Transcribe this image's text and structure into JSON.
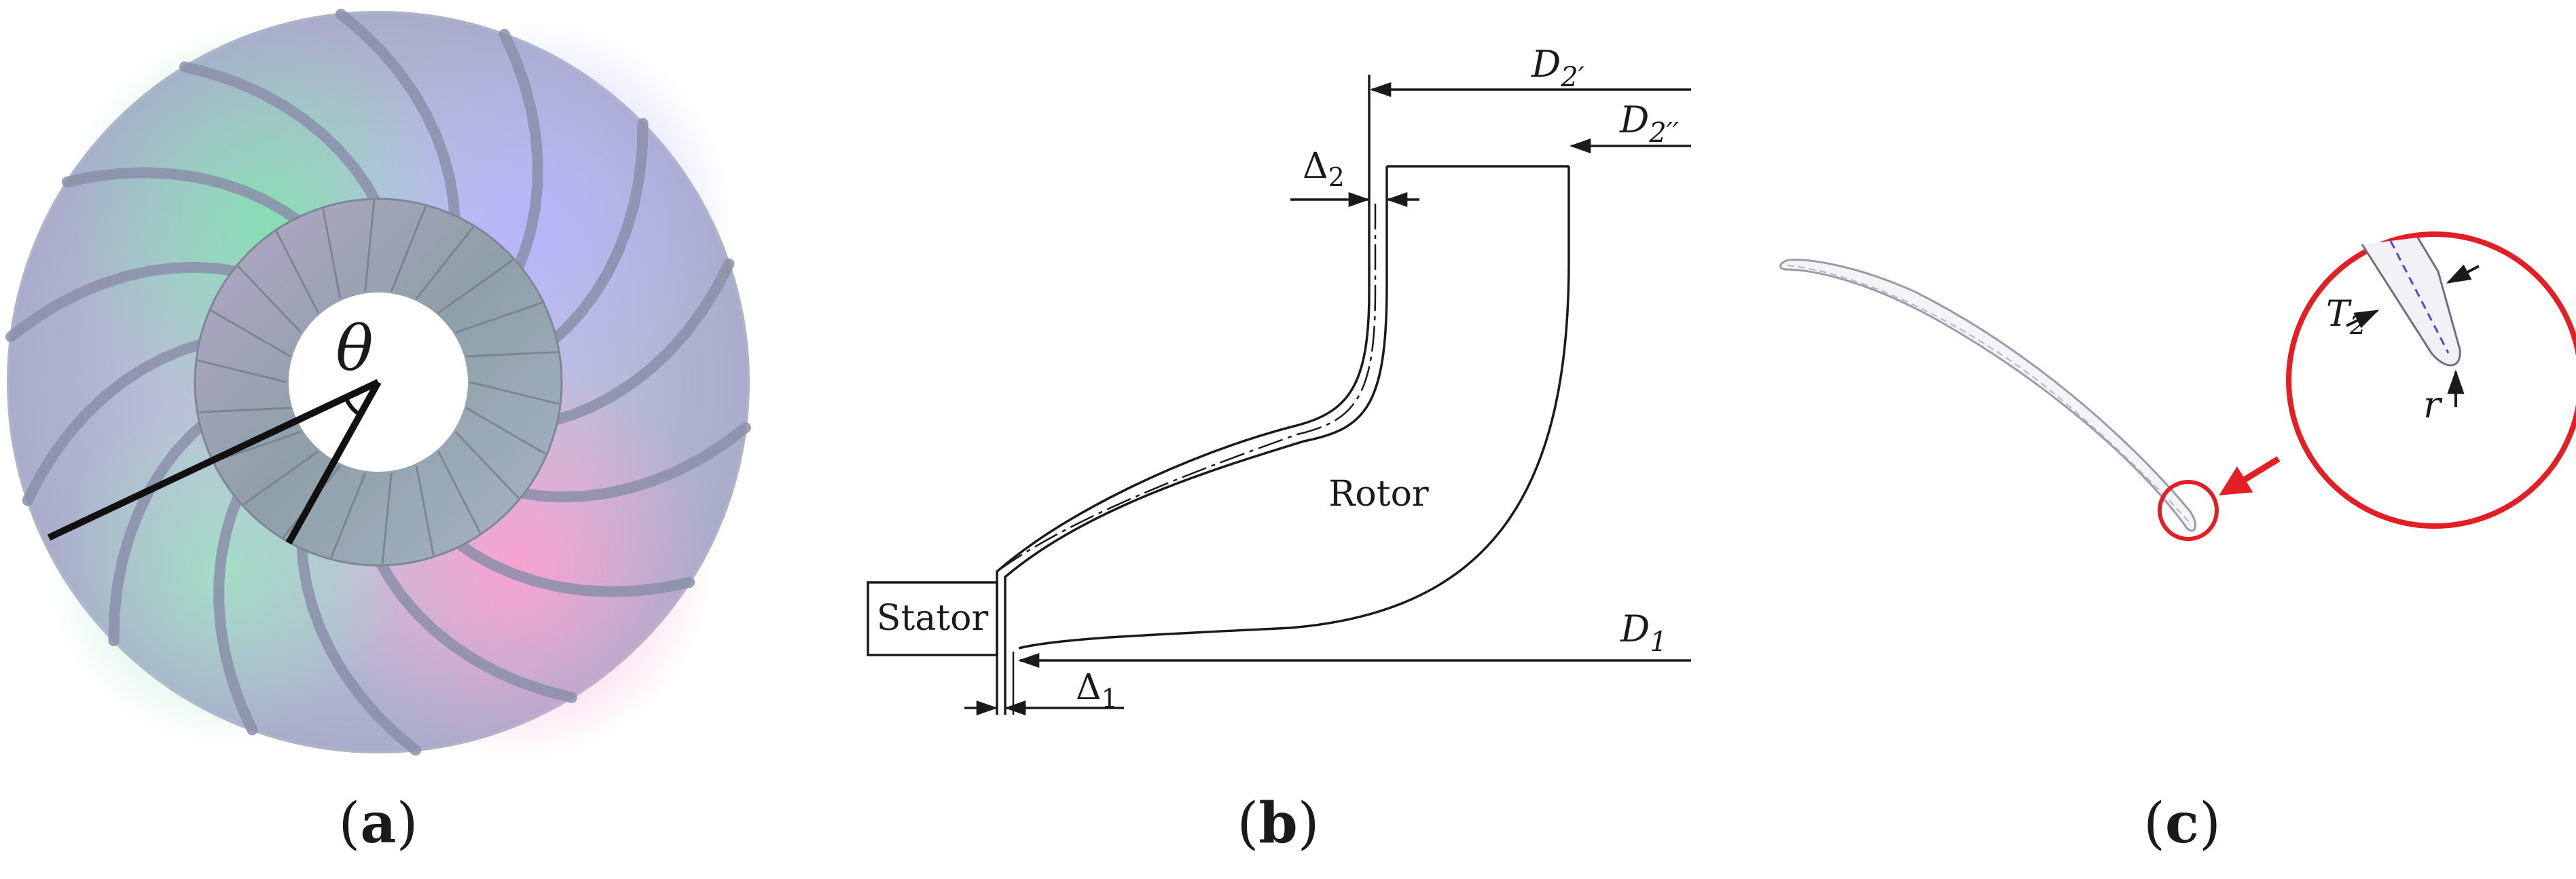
{
  "panels": {
    "a": {
      "caption_letter": "a",
      "angle_symbol": "θ"
    },
    "b": {
      "caption_letter": "b",
      "stator_label": "Stator",
      "rotor_label": "Rotor",
      "dim_D2p": {
        "base": "D",
        "sub": "2′"
      },
      "dim_D2pp": {
        "base": "D",
        "sub": "2′′"
      },
      "dim_D1": {
        "base": "D",
        "sub": "1"
      },
      "dim_delta2": {
        "base": "Δ",
        "sub": "2"
      },
      "dim_delta1": {
        "base": "Δ",
        "sub": "1"
      }
    },
    "c": {
      "caption_letter": "c",
      "thickness": {
        "base": "T",
        "sub": "2"
      },
      "radius_label": "r"
    }
  },
  "colors": {
    "line": "#1a1a1a",
    "highlight": "#e31e24",
    "blade_outline": "#9a9aa8",
    "camber_dash": "#4b4bd6"
  }
}
